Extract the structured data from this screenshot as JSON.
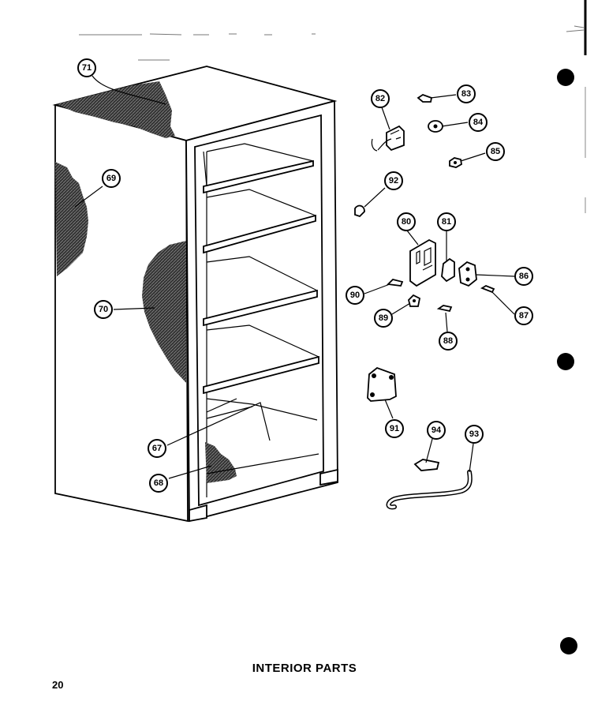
{
  "title": "INTERIOR PARTS",
  "page_number": "20",
  "callouts": [
    "71",
    "69",
    "70",
    "67",
    "68",
    "82",
    "83",
    "84",
    "85",
    "92",
    "80",
    "81",
    "86",
    "90",
    "89",
    "88",
    "87",
    "91",
    "94",
    "93"
  ]
}
